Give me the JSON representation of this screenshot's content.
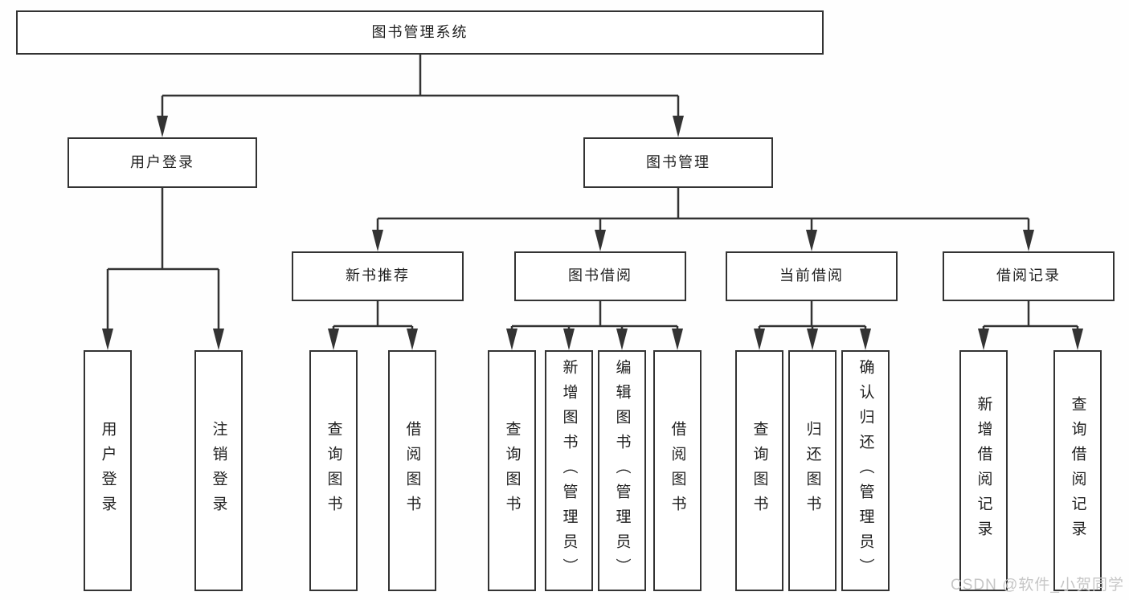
{
  "colors": {
    "line": "#333333",
    "box_border": "#333333",
    "box_background": "#ffffff",
    "text": "#1f1f1f",
    "watermark": "#c6c6c6"
  },
  "watermark": "CSDN @软件_小贺同学",
  "tree": {
    "root": {
      "label": "图书管理系统",
      "children": [
        {
          "label": "用户登录",
          "children": [
            {
              "label": "用户登录"
            },
            {
              "label": "注销登录"
            }
          ]
        },
        {
          "label": "图书管理",
          "children": [
            {
              "label": "新书推荐",
              "children": [
                {
                  "label": "查询图书"
                },
                {
                  "label": "借阅图书"
                }
              ]
            },
            {
              "label": "图书借阅",
              "children": [
                {
                  "label": "查询图书"
                },
                {
                  "label": "新增图书（管理员）"
                },
                {
                  "label": "编辑图书（管理员）"
                },
                {
                  "label": "借阅图书"
                }
              ]
            },
            {
              "label": "当前借阅",
              "children": [
                {
                  "label": "查询图书"
                },
                {
                  "label": "归还图书"
                },
                {
                  "label": "确认归还（管理员）"
                }
              ]
            },
            {
              "label": "借阅记录",
              "children": [
                {
                  "label": "新增借阅记录"
                },
                {
                  "label": "查询借阅记录"
                }
              ]
            }
          ]
        }
      ]
    }
  }
}
